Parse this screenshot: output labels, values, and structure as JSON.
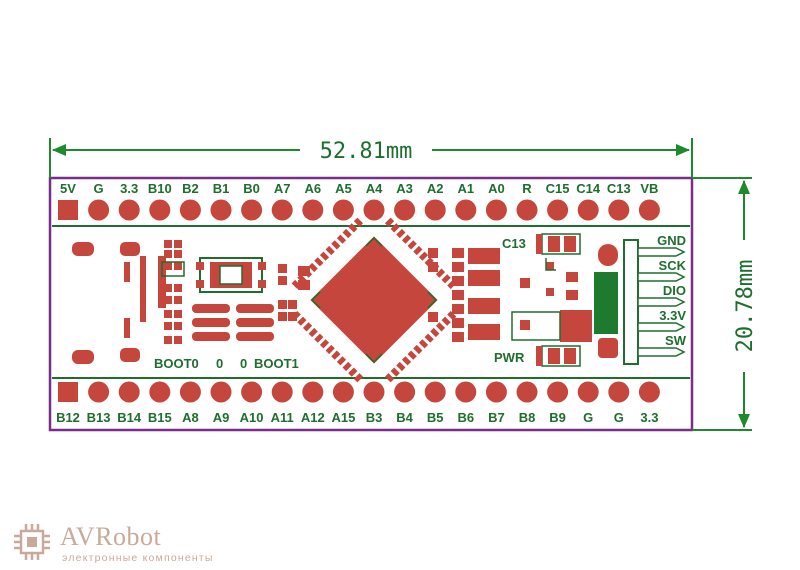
{
  "dimensions": {
    "width_label": "52.81mm",
    "height_label": "20.78mm"
  },
  "top_pins": [
    "5V",
    "G",
    "3.3",
    "B10",
    "B2",
    "B1",
    "B0",
    "A7",
    "A6",
    "A5",
    "A4",
    "A3",
    "A2",
    "A1",
    "A0",
    "R",
    "C15",
    "C14",
    "C13",
    "VB"
  ],
  "bottom_pins": [
    "B12",
    "B13",
    "B14",
    "B15",
    "A8",
    "A9",
    "A10",
    "A11",
    "A12",
    "A15",
    "B3",
    "B4",
    "B5",
    "B6",
    "B7",
    "B8",
    "B9",
    "G",
    "G",
    "3.3"
  ],
  "swd_pins": [
    "GND",
    "SCK",
    "DIO",
    "3.3V",
    "SW"
  ],
  "silkscreen": {
    "boot0": "BOOT0",
    "boot0_val": "0",
    "boot1_val": "0",
    "boot1": "BOOT1",
    "c13": "C13",
    "pwr": "PWR"
  },
  "brand": {
    "name": "AVRobot",
    "tagline": "электронные компоненты"
  },
  "colors": {
    "pad": "#c4463c",
    "silk": "#1e6e2e",
    "outline": "#7b2d8b",
    "dimension": "#1e8a2e"
  }
}
